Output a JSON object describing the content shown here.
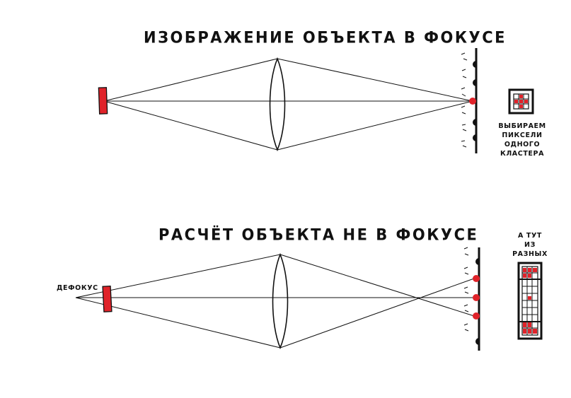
{
  "top_diagram": {
    "title": "ИЗОБРАЖЕНИЕ ОБЪЕКТА В ФОКУСЕ",
    "note_lines": [
      "ВЫБИРАЕМ",
      "ПИКСЕЛИ",
      "ОДНОГО",
      "КЛАСТЕРА"
    ]
  },
  "bottom_diagram": {
    "title": "РАСЧЁТ ОБЪЕКТА НЕ В ФОКУСЕ",
    "defocus_label": "ДЕФОКУС",
    "note_lines": [
      "А ТУТ",
      "ИЗ",
      "РАЗНЫХ"
    ]
  },
  "colors": {
    "ink": "#111111",
    "object_red": "#e0232a",
    "pixel_red": "#e0232a"
  }
}
